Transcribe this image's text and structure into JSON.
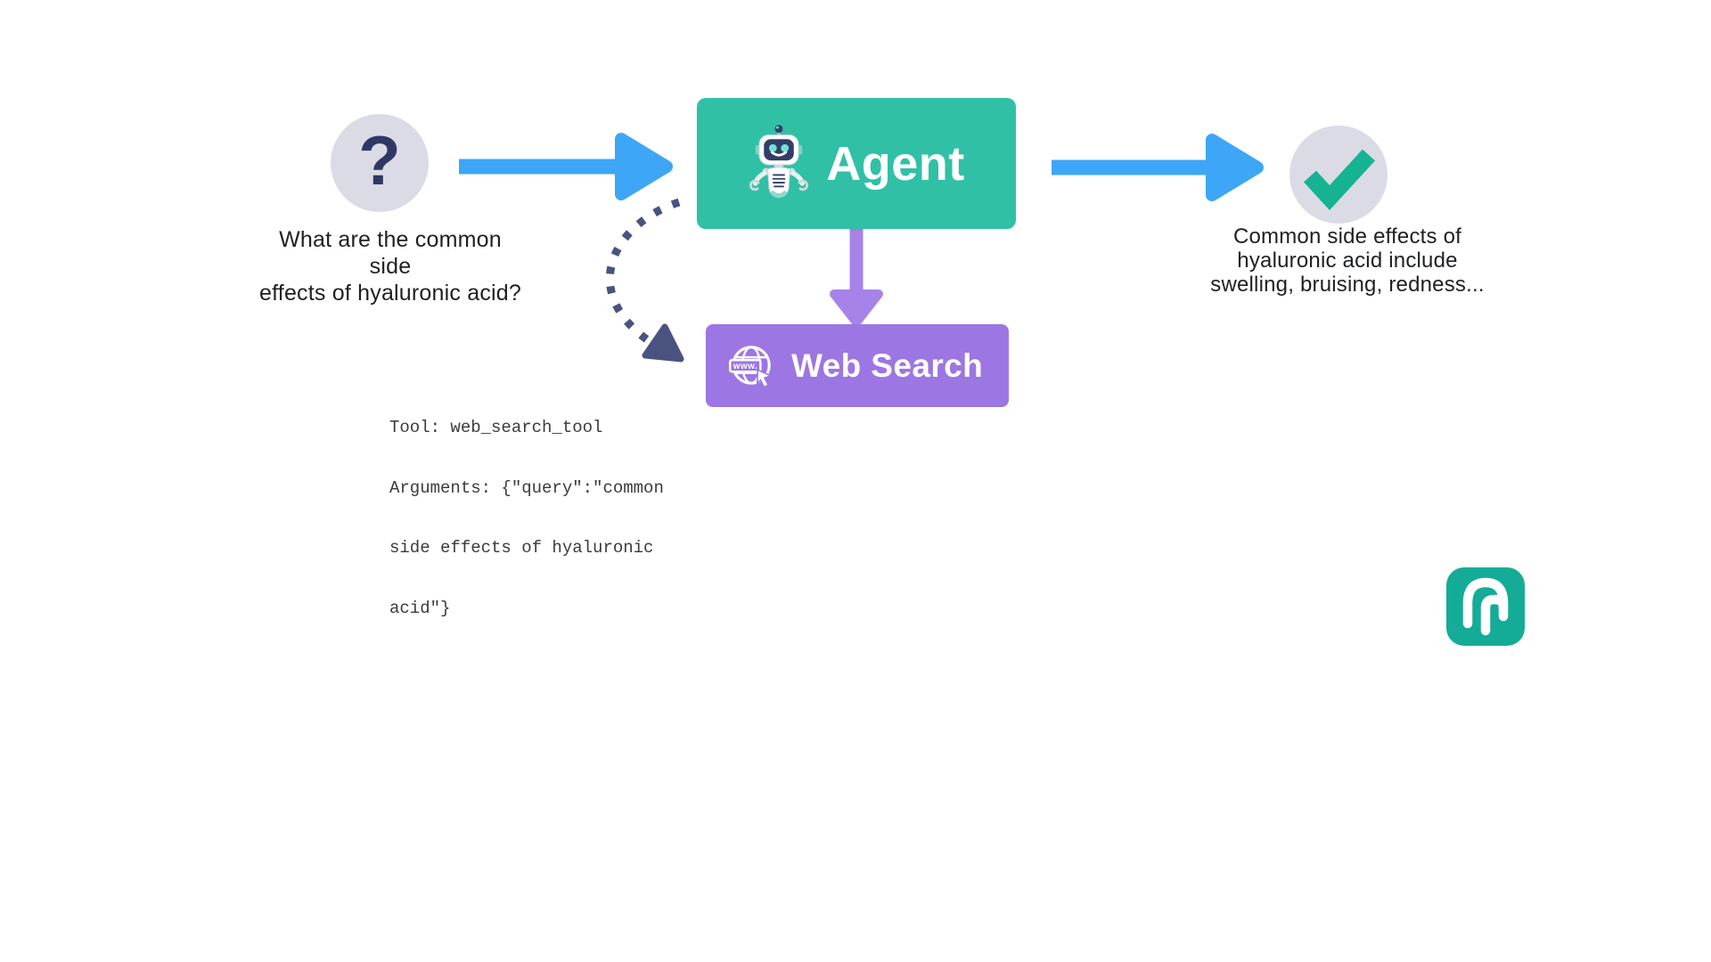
{
  "diagram": {
    "question": {
      "glyph": "?",
      "lines": [
        "What are the common side",
        "effects of hyaluronic acid?"
      ]
    },
    "agent": {
      "label": "Agent"
    },
    "web_search": {
      "label": "Web Search",
      "icon_text": "www."
    },
    "tool_call": {
      "lines": [
        "Tool: web_search_tool",
        "Arguments: {\"query\":\"common",
        "side effects of hyaluronic",
        "acid\"}"
      ]
    },
    "result": {
      "lines": [
        "Common side effects of",
        "hyaluronic acid include",
        "swelling, bruising, redness..."
      ]
    },
    "colors": {
      "agent_teal": "#30C0A6",
      "web_purple": "#9C76E2",
      "purple_arrow": "#A783E9",
      "blue_arrow": "#3EA6F6",
      "navy": "#2F3865",
      "dotted_arrow_navy": "#4A5380",
      "circle_bg": "#DBDBE6",
      "check_green": "#16B393",
      "logo_teal": "#14AC97"
    }
  }
}
